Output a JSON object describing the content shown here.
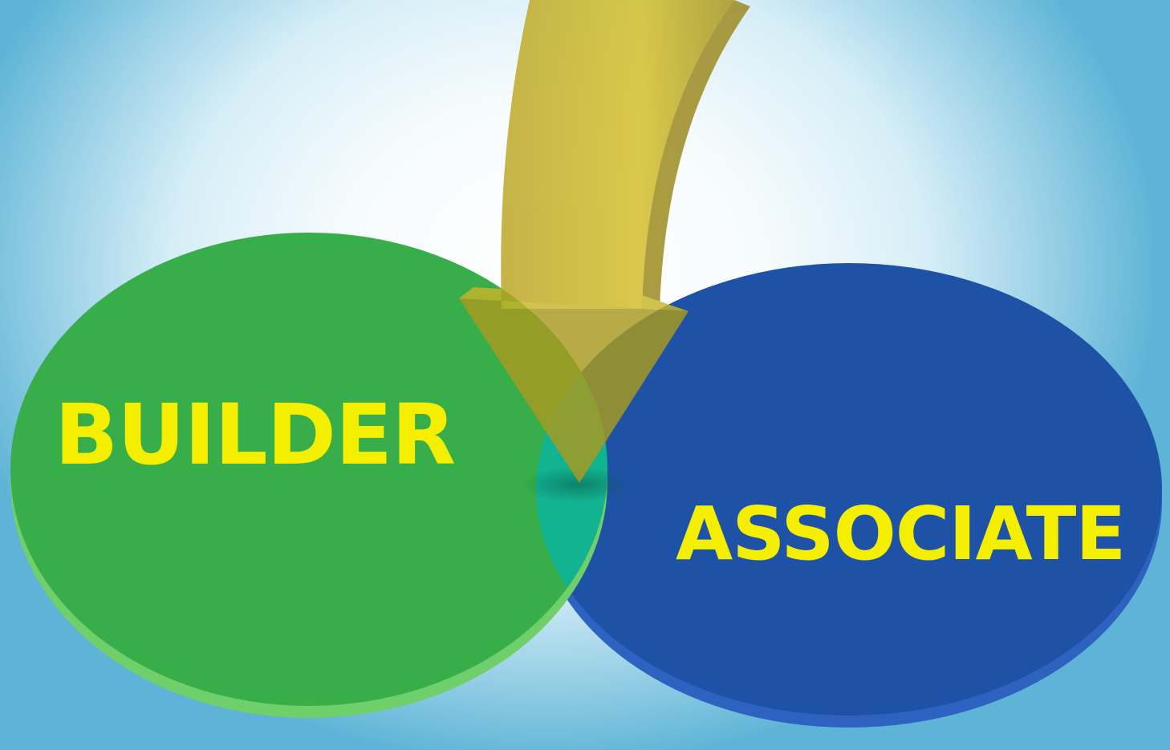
{
  "diagram": {
    "type": "venn",
    "left_set": {
      "label": "BUILDER",
      "color": "#37ae49"
    },
    "right_set": {
      "label": "ASSOCIATE",
      "color": "#1e52a6"
    },
    "overlap": {
      "color": "#12b391"
    },
    "arrow": {
      "icon": "curved-down-arrow-icon",
      "color": "#c8b41e"
    },
    "label_color": "#f4ee00"
  }
}
